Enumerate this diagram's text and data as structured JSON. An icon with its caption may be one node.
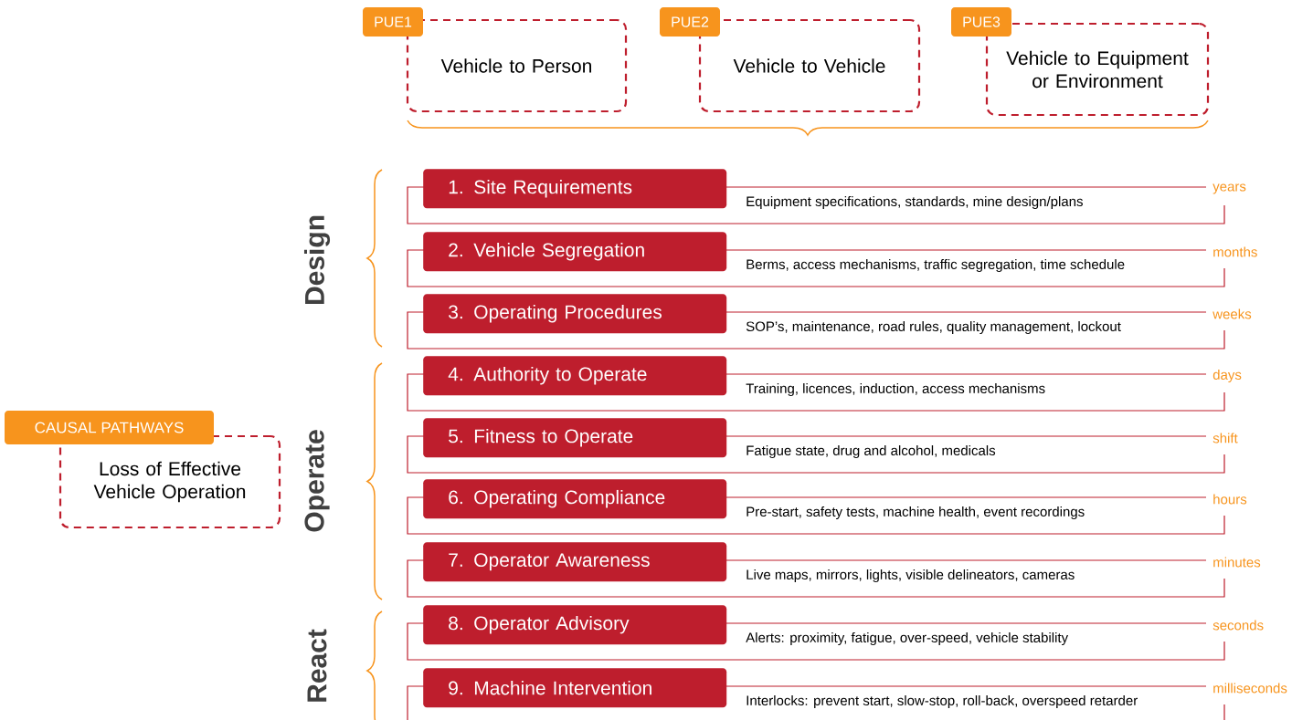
{
  "diagram": {
    "nodes": [
      {
        "text": [
          "PUE1",
          "Vehicle to Person"
        ]
      },
      {
        "text": [
          "PUE2",
          "Vehicle to Vehicle"
        ]
      },
      {
        "text": [
          "PUE3",
          "Vehicle to Equipment or Environment"
        ]
      },
      {
        "text": [
          "CAUSAL PATHWAYS",
          "Loss of Effective Vehicle Operation"
        ]
      },
      {
        "text": [
          "1. Site Requirements",
          "Equipment specifications, standards, mine design/plans"
        ],
        "beside": [
          "years"
        ]
      },
      {
        "text": [
          "2. Vehicle Segregation",
          "Berms, access mechanisms, traffic segregation, time schedule"
        ],
        "beside": [
          "months"
        ]
      },
      {
        "text": [
          "3. Operating Procedures",
          "SOP’s, maintenance, road rules, quality management, lockout"
        ],
        "beside": [
          "weeks"
        ]
      },
      {
        "text": [
          "4. Authority to Operate",
          "Training, licences, induction, access mechanisms"
        ],
        "beside": [
          "days"
        ]
      },
      {
        "text": [
          "5. Fitness to Operate",
          "Fatigue state, drug and alcohol, medicals"
        ],
        "beside": [
          "shift"
        ]
      },
      {
        "text": [
          "6. Operating Compliance",
          "Pre-start, safety tests, machine health, event recordings"
        ],
        "beside": [
          "hours"
        ]
      },
      {
        "text": [
          "7. Operator Awareness",
          "Live maps, mirrors, lights, visible delineators, cameras"
        ],
        "beside": [
          "minutes"
        ]
      },
      {
        "text": [
          "8. Operator Advisory",
          "Alerts: proximity, fatigue, over-speed, vehicle stability"
        ],
        "beside": [
          "seconds"
        ]
      },
      {
        "text": [
          "9. Machine Intervention",
          "Interlocks: prevent start, slow-stop, roll-back, overspeed retarder"
        ],
        "beside": [
          "milliseconds"
        ]
      }
    ],
    "labels": [
      "Design",
      "Operate",
      "React"
    ]
  }
}
